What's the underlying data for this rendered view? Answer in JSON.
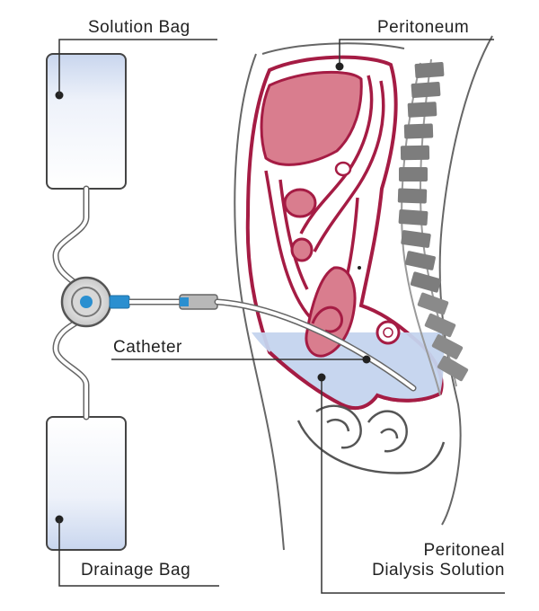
{
  "labels": {
    "solution_bag": "Solution Bag",
    "peritoneum": "Peritoneum",
    "catheter": "Catheter",
    "drainage_bag": "Drainage Bag",
    "pds_line1": "Peritoneal",
    "pds_line2": "Dialysis Solution"
  },
  "colors": {
    "membrane": "#a51c44",
    "organ_fill": "#d97d8e",
    "solution": "#c4d4ee",
    "spine": "#7d7d7d",
    "outline": "#555555",
    "connector": "#2a8fd0"
  }
}
